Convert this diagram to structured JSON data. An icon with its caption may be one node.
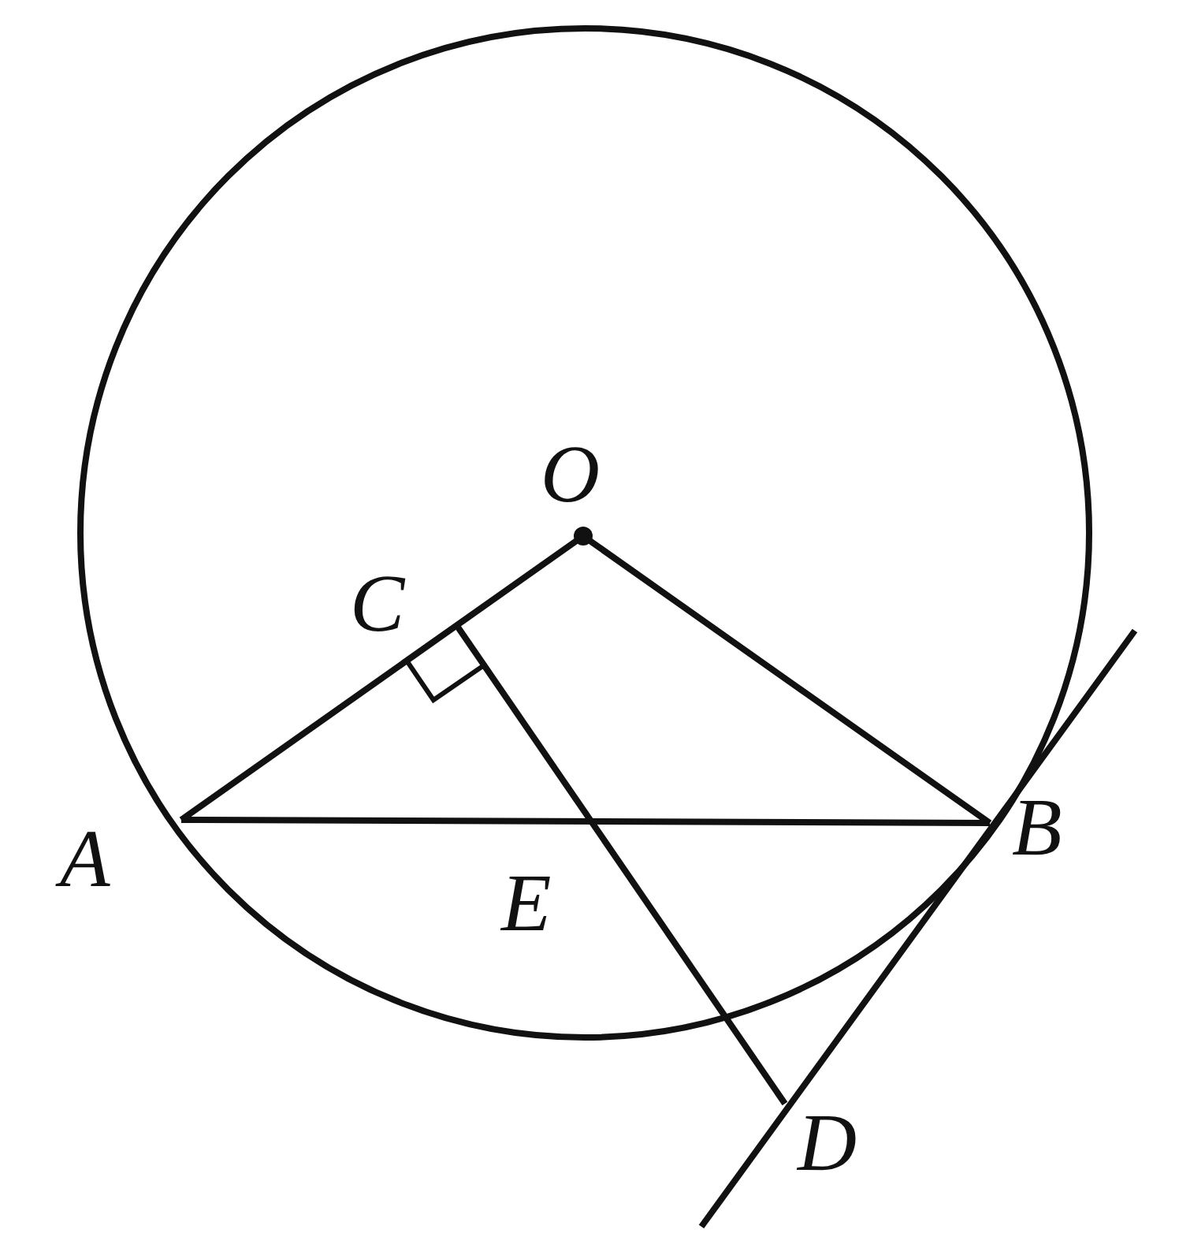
{
  "diagram": {
    "labels": [
      "O",
      "C",
      "A",
      "B",
      "E",
      "D"
    ]
  }
}
